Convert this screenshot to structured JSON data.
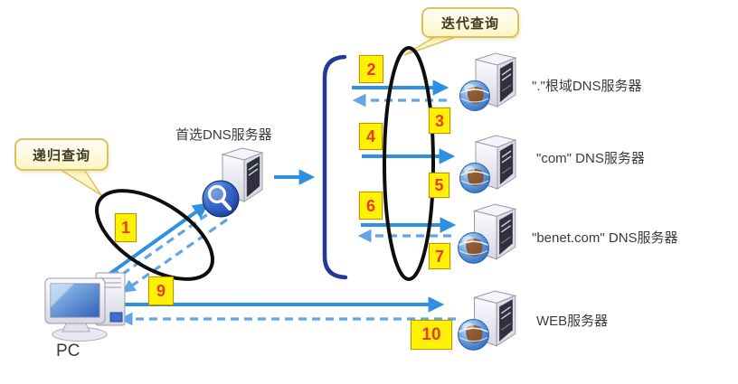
{
  "labels": {
    "recursive_query": "递归查询",
    "iterative_query": "迭代查询",
    "preferred_dns_server": "首选DNS服务器",
    "pc": "PC"
  },
  "servers": {
    "root": {
      "label": "\".\"根域DNS服务器"
    },
    "com": {
      "label": "\"com\" DNS服务器"
    },
    "benet": {
      "label": "\"benet.com\" DNS服务器"
    },
    "web": {
      "label": "WEB服务器"
    }
  },
  "steps": {
    "s1": "1",
    "s2": "2",
    "s3": "3",
    "s4": "4",
    "s5": "5",
    "s6": "6",
    "s7": "7",
    "s9": "9",
    "s10": "10"
  },
  "icons": {
    "pc": "pc-computer-icon",
    "preferred_dns": "server-with-magnifier-icon",
    "dns_servers": "server-with-globe-icon"
  },
  "colors": {
    "arrow_solid": "#2F8FE0",
    "arrow_dashed": "#5FA5E8",
    "bracket": "#23379C",
    "annotation_ellipse": "#0E0E0E",
    "badge_bg": "#FFF104",
    "badge_text": "#E8392B",
    "callout_bg": "#FFF5C6",
    "callout_border": "#DCC25B"
  }
}
